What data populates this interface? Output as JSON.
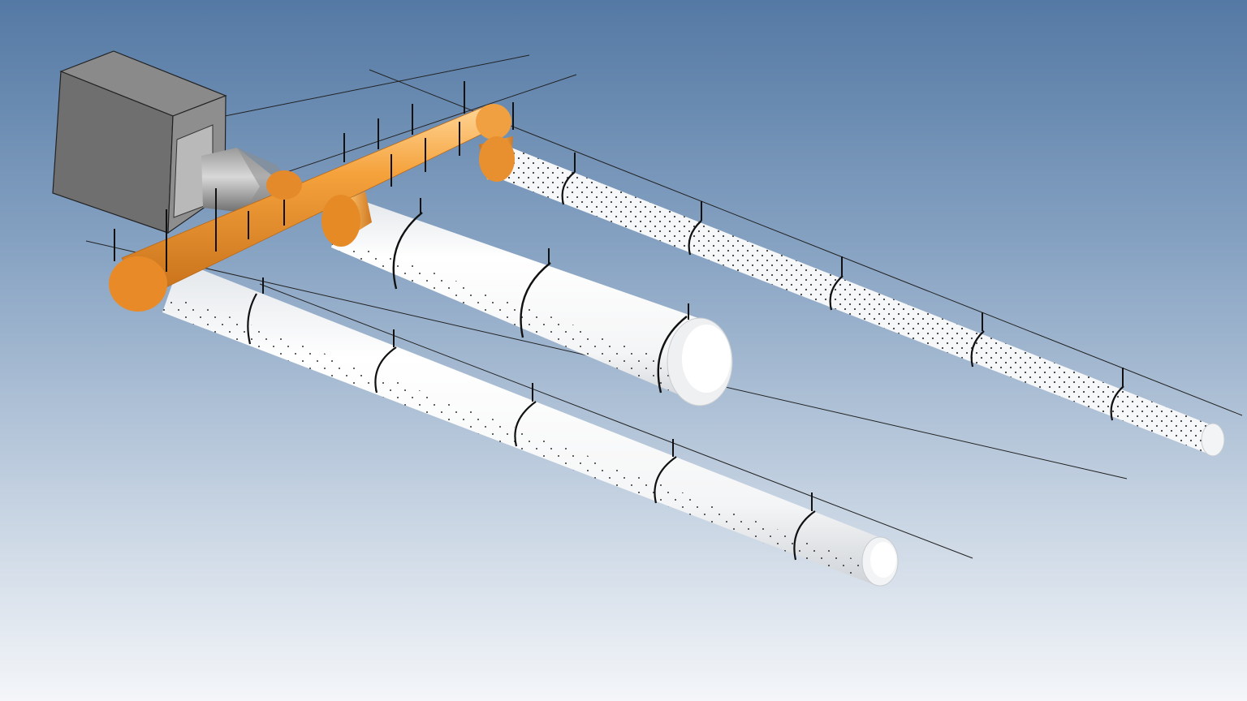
{
  "scene": {
    "colors": {
      "bg_top": "#5479a4",
      "bg_bottom": "#f4f6f9",
      "air_handler": "#7a7a7a",
      "header_duct": "#f0a040",
      "fabric_duct": "#ffffff",
      "perforation": "#1a1a1a",
      "hanger": "#111111",
      "cable": "#222222"
    },
    "ducts": {
      "front": {
        "segments": 5,
        "hangers": 5
      },
      "middle": {
        "segments": 3,
        "hangers": 3
      },
      "rear": {
        "segments": 6,
        "hangers": 6
      }
    }
  }
}
